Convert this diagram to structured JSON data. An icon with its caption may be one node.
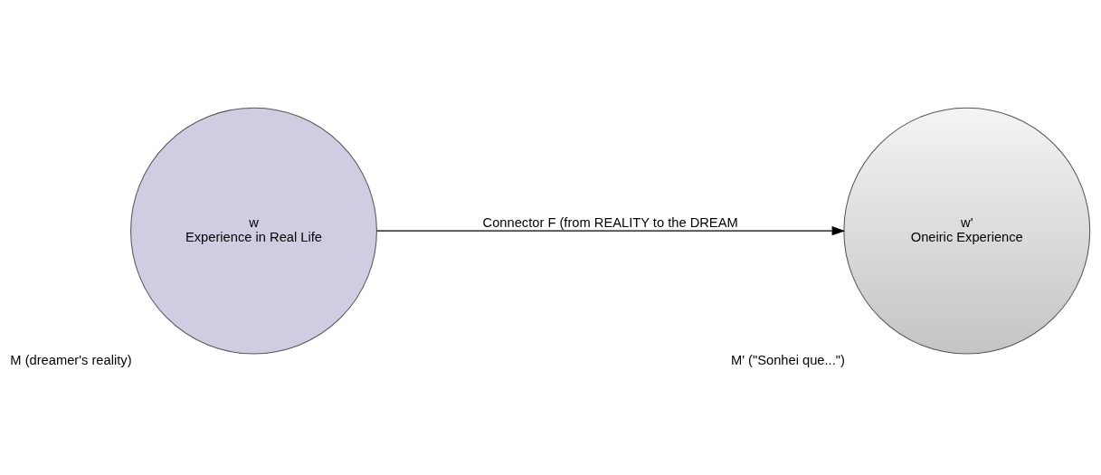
{
  "diagram": {
    "nodes": [
      {
        "text": [
          "w",
          "Experience in Real Life"
        ],
        "beside": [
          "M (dreamer's reality)"
        ]
      },
      {
        "text": [
          "w'",
          "Oneiric Experience"
        ],
        "beside": [
          "M' (\"Sonhei que...\")"
        ]
      }
    ],
    "edges": [
      {
        "from": 0,
        "to": 1,
        "arrow": "to",
        "label": "Connector F (from REALITY to the DREAM"
      }
    ]
  }
}
